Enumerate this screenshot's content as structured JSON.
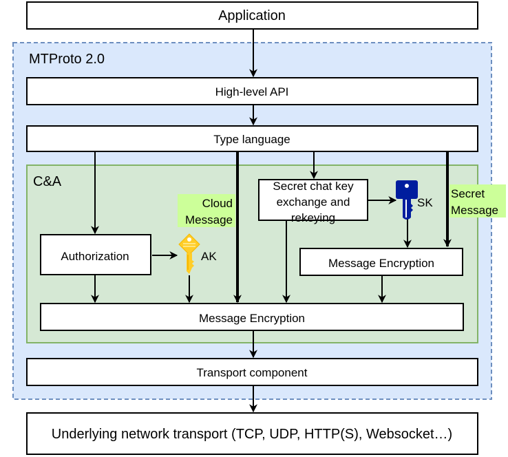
{
  "title": "MTProto 2.0 architecture diagram",
  "nodes": {
    "application": "Application",
    "mtproto_group": "MTProto 2.0",
    "high_level_api": "High-level API",
    "type_language": "Type language",
    "ca_group": "C&A",
    "authorization": "Authorization",
    "ak_key": "AK",
    "secret_chat_line1": "Secret chat key",
    "secret_chat_line2": "exchange and",
    "secret_chat_line3": "rekeying",
    "sk_key": "SK",
    "message_encryption_secret": "Message Encryption",
    "message_encryption_main": "Message Encryption",
    "transport_component": "Transport component",
    "underlying_transport": "Underlying network transport (TCP, UDP, HTTP(S), Websocket…)"
  },
  "edge_labels": {
    "cloud_line1": "Cloud",
    "cloud_line2": "Message",
    "secret_line1": "Secret",
    "secret_line2": "Message"
  },
  "colors": {
    "mtproto_fill": "#dae8fc",
    "mtproto_border": "#6c8ebf",
    "ca_fill": "#d5e8d4",
    "ca_border": "#82b366",
    "label_highlight": "#ccff99",
    "ak_key": "#ffcd28",
    "sk_key": "#001d9e"
  }
}
